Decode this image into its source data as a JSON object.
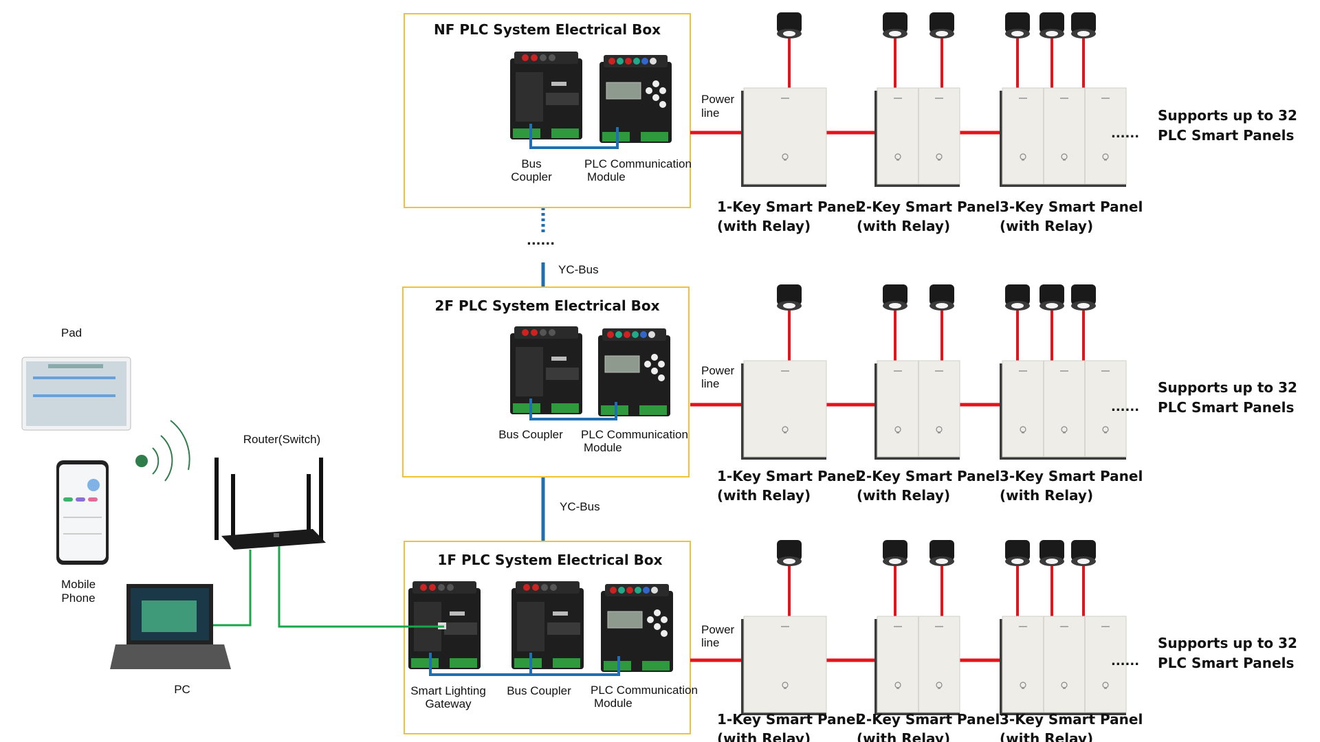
{
  "boxes": [
    {
      "title": "NF PLC System Electrical Box",
      "labels": [
        "Bus",
        "Coupler",
        "PLC Communication",
        "Module"
      ]
    },
    {
      "title": "2F PLC System Electrical Box",
      "labels": [
        "Bus Coupler",
        "PLC Communication",
        "Module"
      ]
    },
    {
      "title": "1F PLC System Electrical Box",
      "labels": [
        "Smart Lighting",
        "Gateway",
        "Bus Coupler",
        "PLC Communication",
        "Module"
      ]
    }
  ],
  "bus": {
    "dots": "......",
    "label": "YC-Bus"
  },
  "power_line": [
    "Power",
    "line"
  ],
  "panels": [
    [
      "1-Key  Smart Panel",
      "(with Relay)"
    ],
    [
      "2-Key  Smart Panel",
      "(with Relay)"
    ],
    [
      "3-Key  Smart Panel",
      "(with Relay)"
    ]
  ],
  "more_dots": "......",
  "supports": [
    "Supports up to 32",
    "PLC Smart Panels"
  ],
  "devices": {
    "pad": "Pad",
    "mobile": [
      "Mobile",
      "Phone"
    ],
    "router": "Router(Switch)",
    "pc": "PC"
  },
  "colors": {
    "box_border": "#f2c331",
    "bus": "#1f6fb2",
    "power": "#e3141b",
    "lan": "#1aa64b",
    "signal": "#2e7d4a"
  }
}
